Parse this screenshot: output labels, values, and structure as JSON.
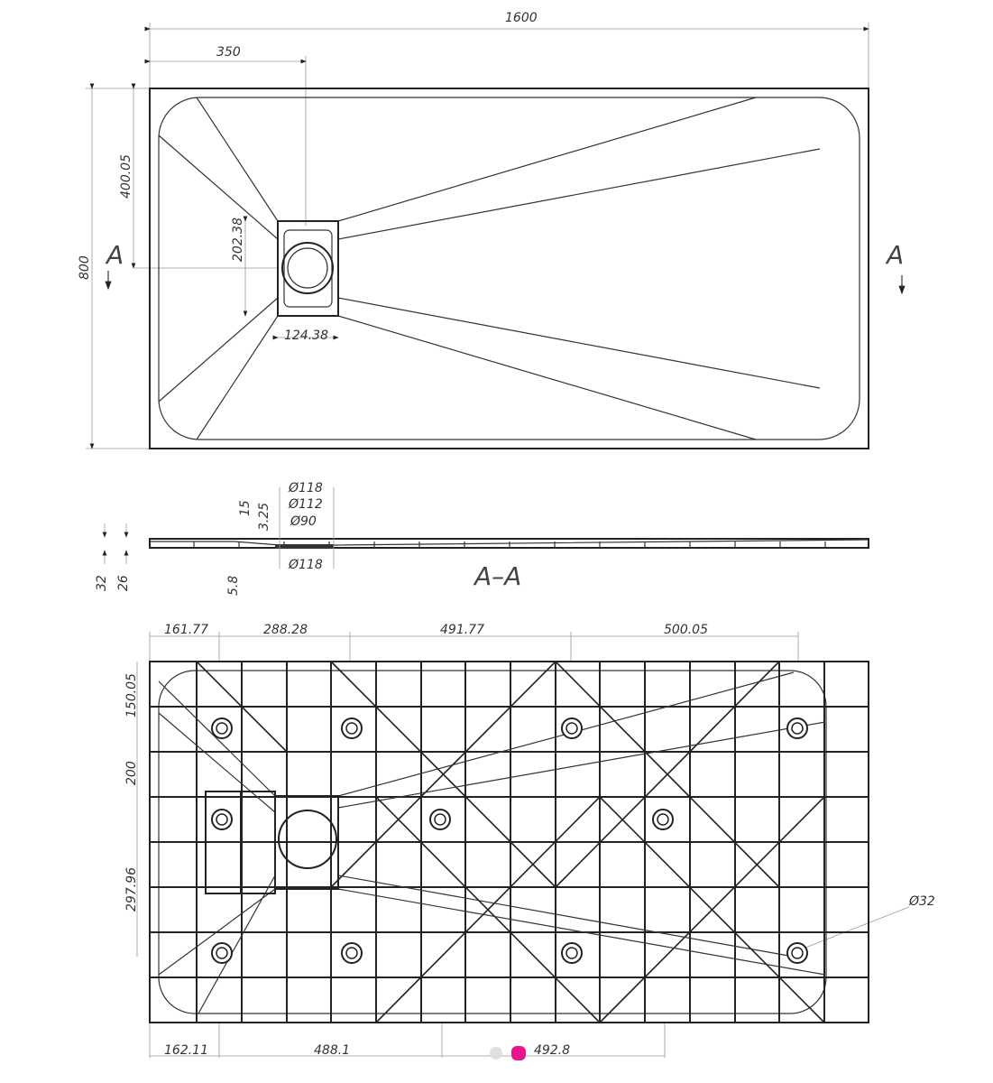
{
  "top_view": {
    "dims": {
      "width": "1600",
      "drain_x": "350",
      "height": "800",
      "drain_y": "400.05",
      "drain_box_h": "202.38",
      "drain_box_w": "124.38"
    },
    "section_marker": "A"
  },
  "section_view": {
    "title": "A–A",
    "dims": {
      "d1": "Ø118",
      "d2": "Ø112",
      "d3": "Ø90",
      "d4": "Ø118",
      "t15": "15",
      "t325": "3.25",
      "t58": "5.8",
      "h32": "32",
      "h26": "26"
    }
  },
  "bottom_view": {
    "top_dims": [
      "161.77",
      "288.28",
      "491.77",
      "500.05"
    ],
    "bottom_dims": [
      "162.11",
      "488.1",
      "492.8"
    ],
    "left_dims": [
      "150.05",
      "200",
      "297.96"
    ],
    "hole_dim": "Ø32"
  },
  "carousel": {
    "pages": 2,
    "active_page": 2,
    "active_color": "#e8158c",
    "inactive_color": "#e0e0e0"
  }
}
